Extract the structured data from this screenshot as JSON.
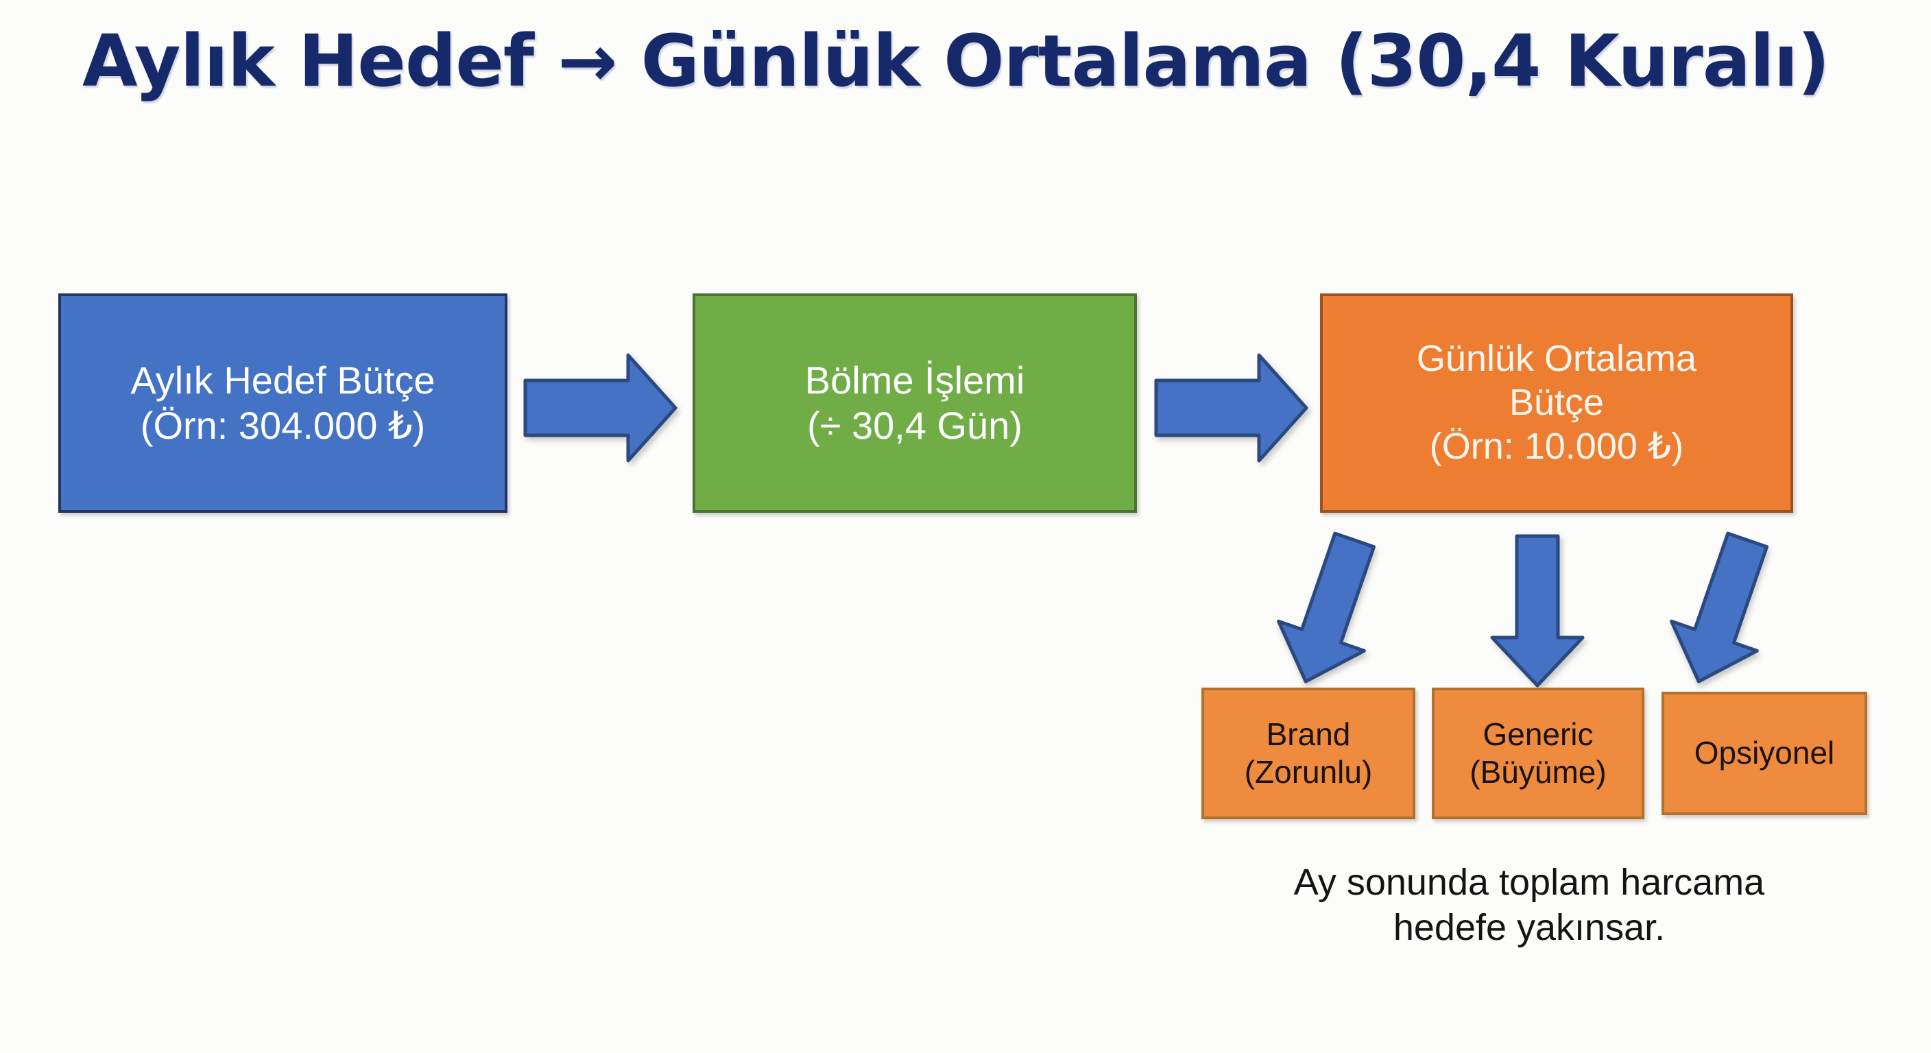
{
  "page": {
    "title": "Aylık Hedef → Günlük Ortalama (30,4 Kuralı)",
    "background_color": "#FCFCFA",
    "title_color": "#16296B"
  },
  "flow": {
    "boxes": [
      {
        "id": "monthly-target",
        "lines": [
          "Aylık Hedef Bütçe",
          "(Örn: 304.000 ₺)"
        ],
        "line1": "Aylık Hedef Bütçe",
        "line2": "(Örn: 304.000 ₺)",
        "fill_color": "#4472C4",
        "border_color": "#26375E",
        "text_color": "#FFFFFF"
      },
      {
        "id": "division",
        "lines": [
          "Bölme İşlemi",
          "(÷ 30,4 Gün)"
        ],
        "line1": "Bölme İşlemi",
        "line2": "(÷ 30,4 Gün)",
        "fill_color": "#70AD47",
        "border_color": "#4A7330",
        "text_color": "#FFFFFF"
      },
      {
        "id": "daily-average",
        "lines": [
          "Günlük Ortalama",
          "Bütçe",
          "(Örn: 10.000 ₺)"
        ],
        "line1": "Günlük Ortalama",
        "line2": "Bütçe",
        "line3": "(Örn: 10.000 ₺)",
        "fill_color": "#ED7D31",
        "border_color": "#9C5322",
        "text_color": "#FDF6EE"
      }
    ],
    "connectors": [
      {
        "id": "arrow-monthly-to-division",
        "direction": "right",
        "color": "#4472C4"
      },
      {
        "id": "arrow-division-to-daily",
        "direction": "right",
        "color": "#4472C4"
      },
      {
        "id": "arrow-daily-to-brand",
        "direction": "down-left-tilt",
        "color": "#4472C4"
      },
      {
        "id": "arrow-daily-to-generic",
        "direction": "down",
        "color": "#4472C4"
      },
      {
        "id": "arrow-daily-to-optional",
        "direction": "down-right-tilt",
        "color": "#4472C4"
      }
    ]
  },
  "categories": {
    "fill_color": "#EF8B3F",
    "border_color": "#B5702C",
    "text_color": "#1A120B",
    "items": [
      {
        "id": "brand",
        "line1": "Brand",
        "line2": "(Zorunlu)"
      },
      {
        "id": "generic",
        "line1": "Generic",
        "line2": "(Büyüme)"
      },
      {
        "id": "optional",
        "line1": "Opsiyonel",
        "line2": ""
      }
    ]
  },
  "caption": {
    "line1": "Ay sonunda toplam harcama",
    "line2": "hedefe yakınsar."
  }
}
